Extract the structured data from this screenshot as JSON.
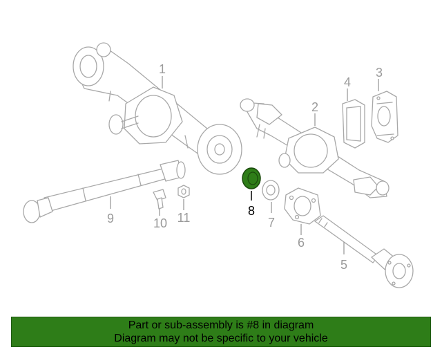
{
  "colors": {
    "highlight": "#2e7d18",
    "banner_bg": "#2e7d18",
    "line_art": "#a8a8a8",
    "label_text": "#9a9a9a",
    "highlight_label": "#000000"
  },
  "highlighted_part": "8",
  "callouts": [
    {
      "id": "1",
      "label": "1",
      "part": "rear-axle-assembly"
    },
    {
      "id": "2",
      "label": "2",
      "part": "axle-housing"
    },
    {
      "id": "3",
      "label": "3",
      "part": "differential-cover"
    },
    {
      "id": "4",
      "label": "4",
      "part": "cover-gasket"
    },
    {
      "id": "5",
      "label": "5",
      "part": "axle-shaft"
    },
    {
      "id": "6",
      "label": "6",
      "part": "bearing-retainer"
    },
    {
      "id": "7",
      "label": "7",
      "part": "bearing"
    },
    {
      "id": "8",
      "label": "8",
      "part": "seal"
    },
    {
      "id": "9",
      "label": "9",
      "part": "drive-shaft"
    },
    {
      "id": "10",
      "label": "10",
      "part": "bolt"
    },
    {
      "id": "11",
      "label": "11",
      "part": "nut"
    }
  ],
  "banner": {
    "line1": "Part or sub-assembly is #8 in diagram",
    "line2": "Diagram may not be specific to your vehicle"
  }
}
